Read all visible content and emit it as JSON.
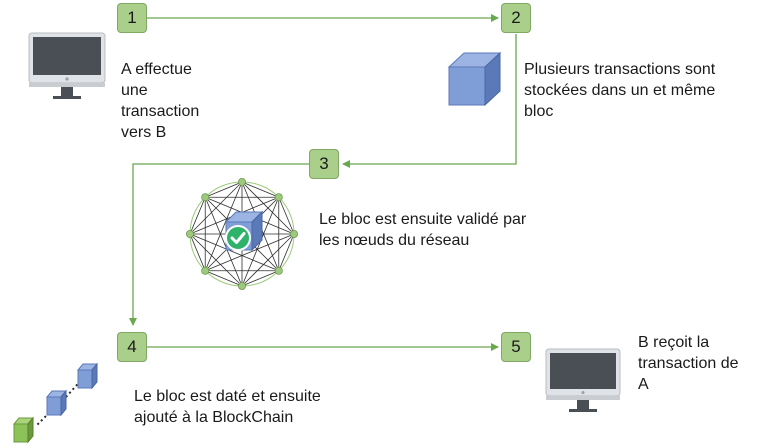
{
  "steps": [
    {
      "number": "1",
      "caption": [
        "A effectue",
        "une",
        "transaction",
        "vers B"
      ]
    },
    {
      "number": "2",
      "caption": [
        "Plusieurs transactions sont",
        "stockées dans un et même",
        "bloc"
      ]
    },
    {
      "number": "3",
      "caption": [
        "Le bloc est ensuite validé par",
        "les nœuds du réseau"
      ]
    },
    {
      "number": "4",
      "caption": [
        "Le bloc est daté et ensuite",
        "ajouté à la BlockChain"
      ]
    },
    {
      "number": "5",
      "caption": [
        "B reçoit la",
        "transaction de",
        "A"
      ]
    }
  ],
  "colors": {
    "step_fill": "#a9cf8a",
    "step_border": "#7fa863",
    "connector": "#6aa84f",
    "block_face": "#7f9ed8",
    "block_dark": "#5b79b8",
    "node_green": "#9cc97c",
    "check_green": "#2fb36a",
    "chain_last_block": "#8cc257",
    "monitor_frame": "#dfe2e6",
    "monitor_screen": "#4a4f55"
  },
  "icons": [
    "monitor-icon",
    "block-cube-icon",
    "network-validation-icon",
    "check-icon",
    "blockchain-icon"
  ]
}
